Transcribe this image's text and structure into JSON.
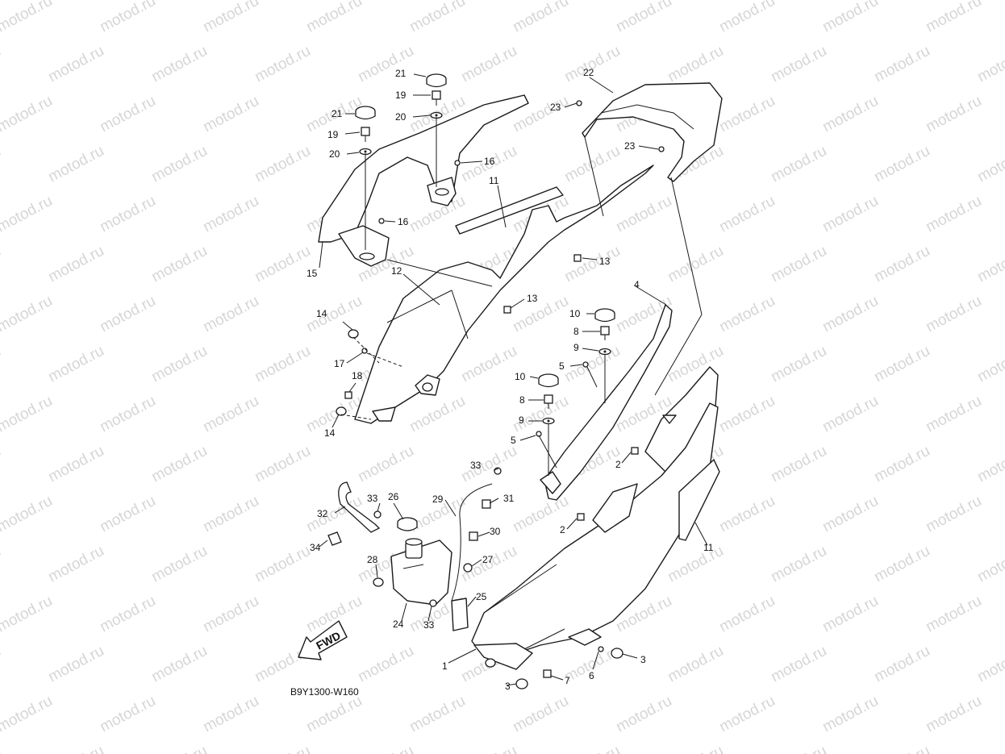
{
  "watermark": "motod.ru",
  "diagram_code": "B9Y1300-W160",
  "fwd_label": "FWD",
  "callouts": [
    "1",
    "2",
    "2",
    "3",
    "3",
    "4",
    "5",
    "5",
    "6",
    "7",
    "8",
    "8",
    "9",
    "9",
    "10",
    "10",
    "11",
    "11",
    "12",
    "13",
    "13",
    "14",
    "14",
    "15",
    "16",
    "16",
    "17",
    "18",
    "19",
    "19",
    "20",
    "20",
    "21",
    "21",
    "22",
    "23",
    "23",
    "24",
    "25",
    "26",
    "27",
    "28",
    "29",
    "30",
    "31",
    "32",
    "33",
    "33",
    "33",
    "34"
  ]
}
